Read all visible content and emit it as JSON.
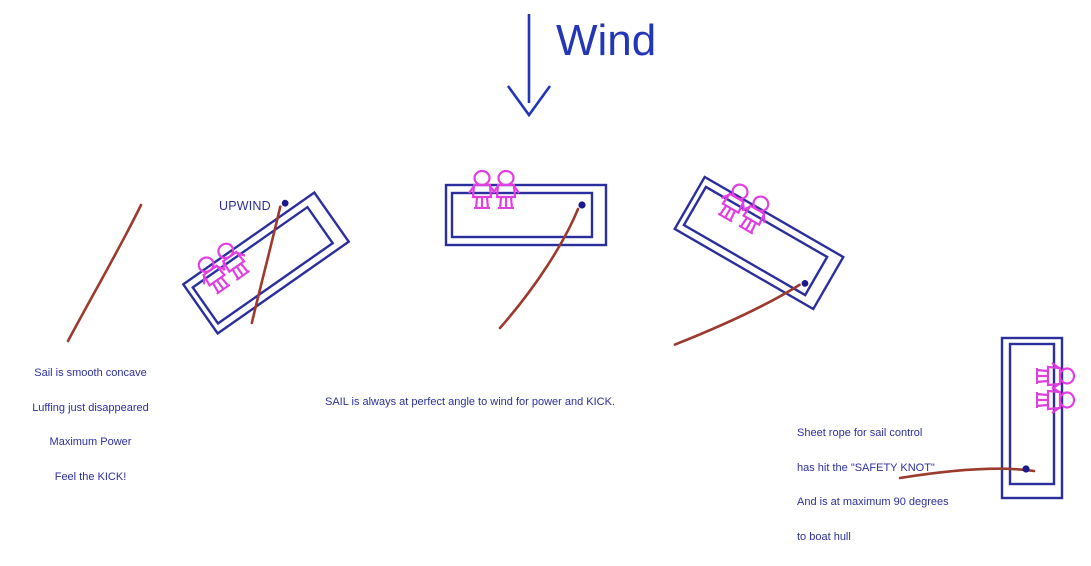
{
  "diagram": {
    "title_label": "Wind",
    "background_color": "#ffffff",
    "hull_color": "#2b2f9e",
    "sail_color": "#9c3a2e",
    "crew_color": "#e13fe1",
    "text_color": "#2b2f9e"
  },
  "labels": {
    "wind": "Wind",
    "upwind": "UPWIND"
  },
  "notes": {
    "left": {
      "line1": "Sail is smooth concave",
      "line2": "Luffing just disappeared",
      "line3": "Maximum Power",
      "line4": "Feel the KICK!"
    },
    "center": {
      "line1": "SAIL is always at perfect angle to wind for power and KICK."
    },
    "right": {
      "line1": "Sheet rope for sail control",
      "line2": "has hit the \"SAFETY KNOT\"",
      "line3": "And is at maximum 90 degrees",
      "line4": "to boat hull"
    }
  },
  "icons": {
    "wind_arrow": "down-arrow-icon",
    "crew": "crew-figure-icon",
    "sail": "sail-curve-icon",
    "hull": "boat-hull-icon",
    "block": "sheet-block-dot-icon"
  },
  "boats": [
    {
      "name": "boat-upwind",
      "rotation_deg": -35,
      "label": "UPWIND"
    },
    {
      "name": "boat-reach-center",
      "rotation_deg": 0,
      "label": ""
    },
    {
      "name": "boat-broad-reach",
      "rotation_deg": 30,
      "label": ""
    },
    {
      "name": "boat-run-downwind",
      "rotation_deg": 90,
      "label": ""
    }
  ]
}
